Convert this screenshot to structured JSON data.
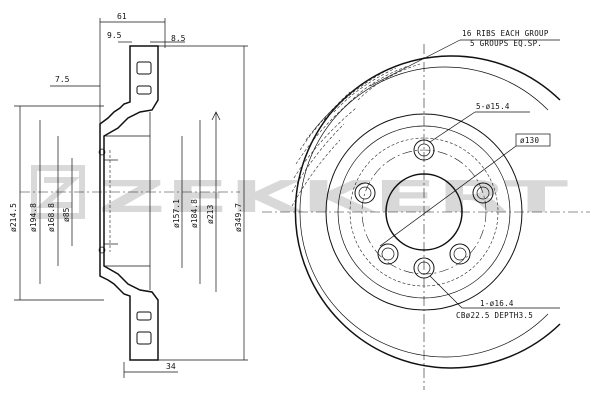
{
  "watermark": {
    "brand": "ZEKKERT"
  },
  "dimensions": {
    "top": [
      "61",
      "9.5",
      "8.5",
      "7.5"
    ],
    "bottom": "34",
    "diameters": [
      "ø214.5",
      "ø194.8",
      "ø168.8",
      "ø85",
      "ø157.1",
      "ø184.8",
      "ø213",
      "ø349.7"
    ]
  },
  "annotations": {
    "ribs_line1": "16 RIBS EACH GROUP",
    "ribs_line2": "5 GROUPS EQ.SP.",
    "bolt_holes": "5-ø15.4",
    "pcd": "ø130",
    "screw_line1": "1-ø16.4",
    "screw_line2": "CBø22.5 DEPTH3.5"
  },
  "colors": {
    "line": "#111111",
    "watermark": "#b9b9b9",
    "background": "#ffffff"
  }
}
